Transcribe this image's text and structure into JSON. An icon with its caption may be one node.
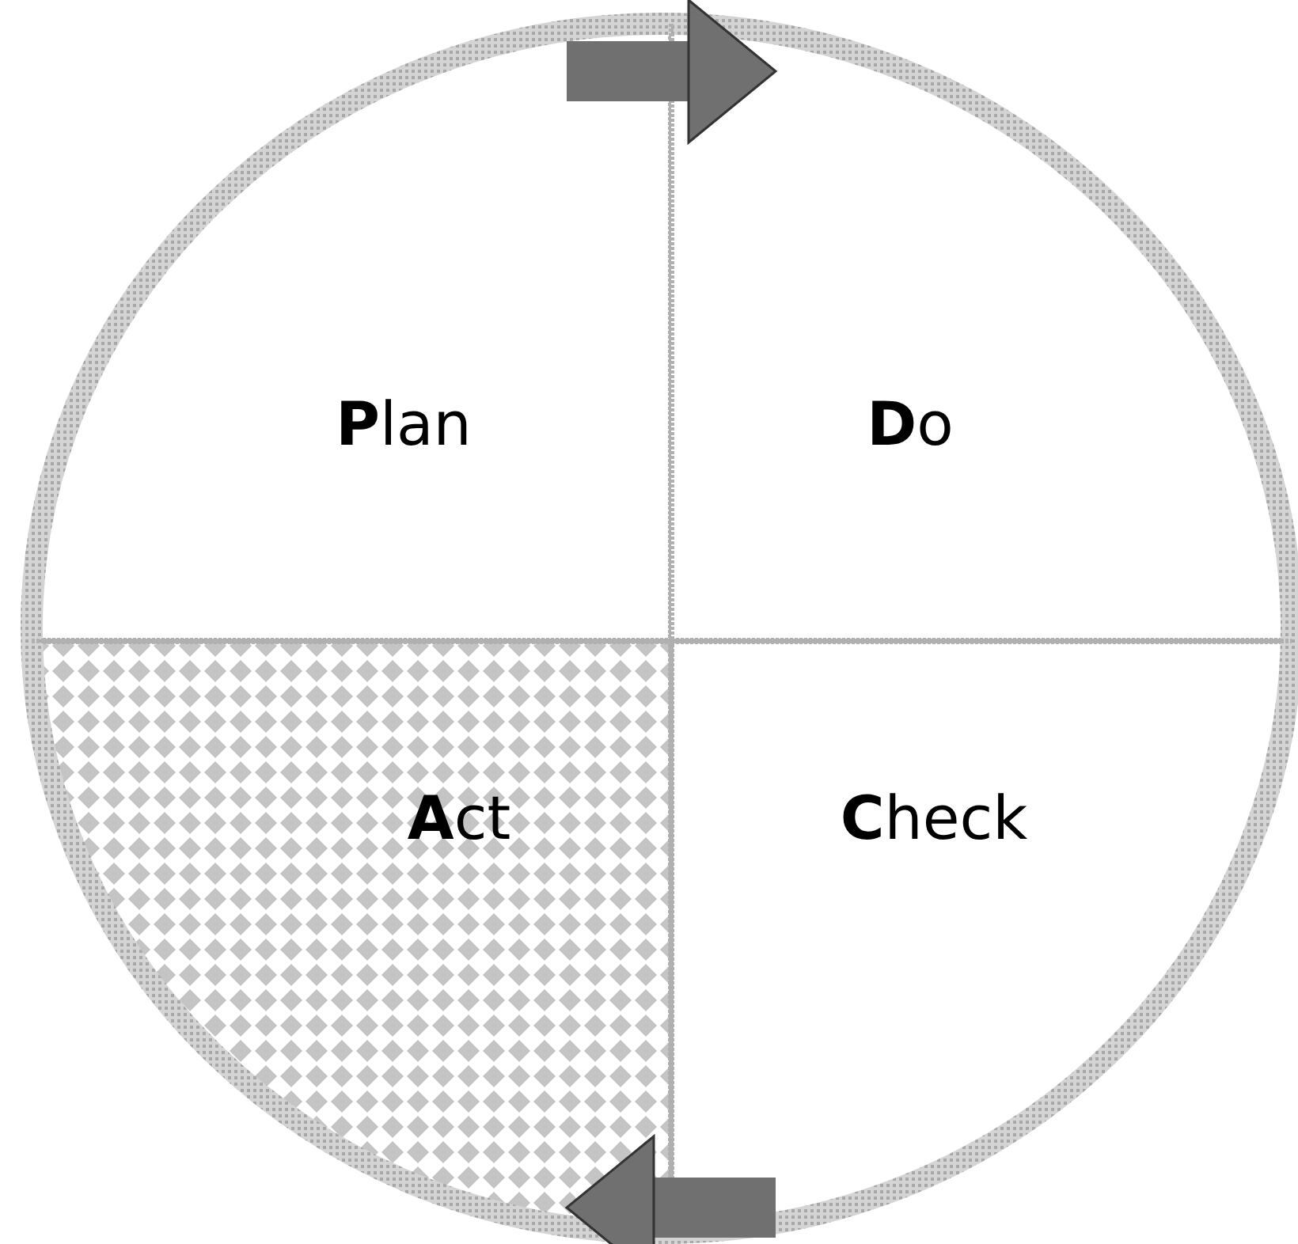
{
  "diagram": {
    "nodes": [
      {
        "text": [
          "**P**lan"
        ]
      },
      {
        "text": [
          "**D**o"
        ]
      },
      {
        "text": [
          "**C**heck"
        ]
      },
      {
        "text": [
          "**A**ct"
        ]
      }
    ],
    "edges": [
      {
        "from": 0,
        "to": 1,
        "arrow": "to"
      },
      {
        "from": 2,
        "to": 3,
        "arrow": "to"
      }
    ]
  }
}
